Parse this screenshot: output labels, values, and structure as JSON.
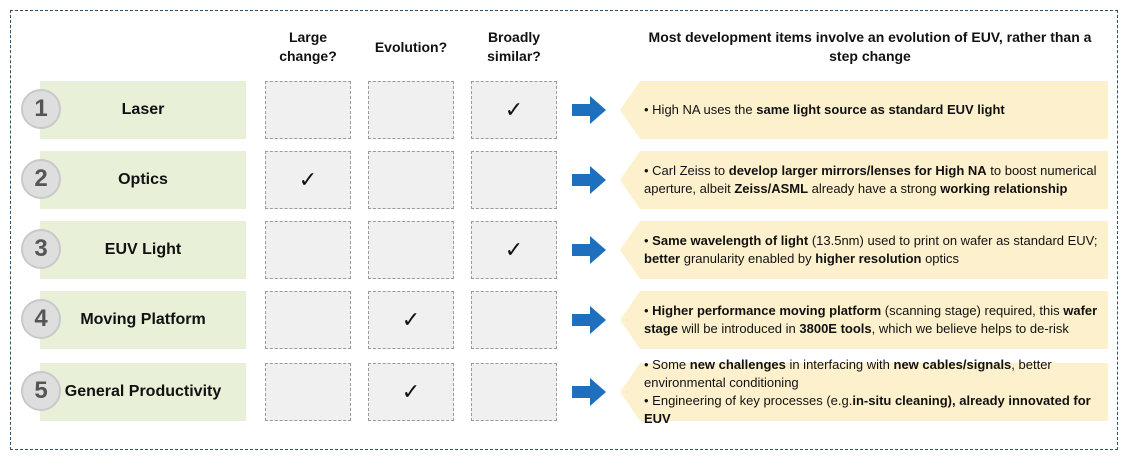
{
  "headers": {
    "large_change": "Large change?",
    "evolution": "Evolution?",
    "broadly_similar": "Broadly similar?",
    "right_title": "Most development items involve an evolution of EUV, rather than a step change"
  },
  "check_glyph": "✓",
  "colors": {
    "label_bg": "#e8f0d8",
    "callout_bg": "#fdf1cd",
    "arrow": "#1f6fbf",
    "number_circle": "#dedede"
  },
  "rows": [
    {
      "number": "1",
      "label": "Laser",
      "check": "broadly_similar",
      "lines": [
        [
          [
            "• High NA uses the ",
            false
          ],
          [
            "same light source as standard EUV light",
            true
          ]
        ]
      ]
    },
    {
      "number": "2",
      "label": "Optics",
      "check": "large_change",
      "lines": [
        [
          [
            "• Carl Zeiss to ",
            false
          ],
          [
            "develop larger mirrors/lenses for High NA",
            true
          ],
          [
            " to boost numerical",
            false
          ]
        ],
        [
          [
            "aperture, albeit ",
            false
          ],
          [
            "Zeiss/ASML",
            true
          ],
          [
            " already have a strong ",
            false
          ],
          [
            "working relationship",
            true
          ]
        ]
      ]
    },
    {
      "number": "3",
      "label": "EUV Light",
      "check": "broadly_similar",
      "lines": [
        [
          [
            "• ",
            false
          ],
          [
            "Same wavelength of light",
            true
          ],
          [
            " (13.5nm) used to print on wafer as standard EUV;",
            false
          ]
        ],
        [
          [
            "better",
            true
          ],
          [
            " granularity enabled by ",
            false
          ],
          [
            "higher resolution",
            true
          ],
          [
            " optics",
            false
          ]
        ]
      ]
    },
    {
      "number": "4",
      "label": "Moving Platform",
      "check": "evolution",
      "lines": [
        [
          [
            "• ",
            false
          ],
          [
            "Higher performance moving platform",
            true
          ],
          [
            " (scanning stage) required, this ",
            false
          ],
          [
            "wafer",
            true
          ]
        ],
        [
          [
            "stage",
            true
          ],
          [
            " will be introduced in ",
            false
          ],
          [
            "3800E tools",
            true
          ],
          [
            ", which we believe helps to de-risk",
            false
          ]
        ]
      ]
    },
    {
      "number": "5",
      "label": "General Productivity",
      "check": "evolution",
      "lines": [
        [
          [
            "• Some ",
            false
          ],
          [
            "new challenges",
            true
          ],
          [
            " in interfacing with ",
            false
          ],
          [
            "new cables/signals",
            true
          ],
          [
            ", better",
            false
          ]
        ],
        [
          [
            "environmental conditioning",
            false
          ]
        ],
        [
          [
            "• Engineering of key processes (e.g.",
            false
          ],
          [
            "in-situ cleaning), already innovated for EUV",
            true
          ]
        ]
      ]
    }
  ]
}
